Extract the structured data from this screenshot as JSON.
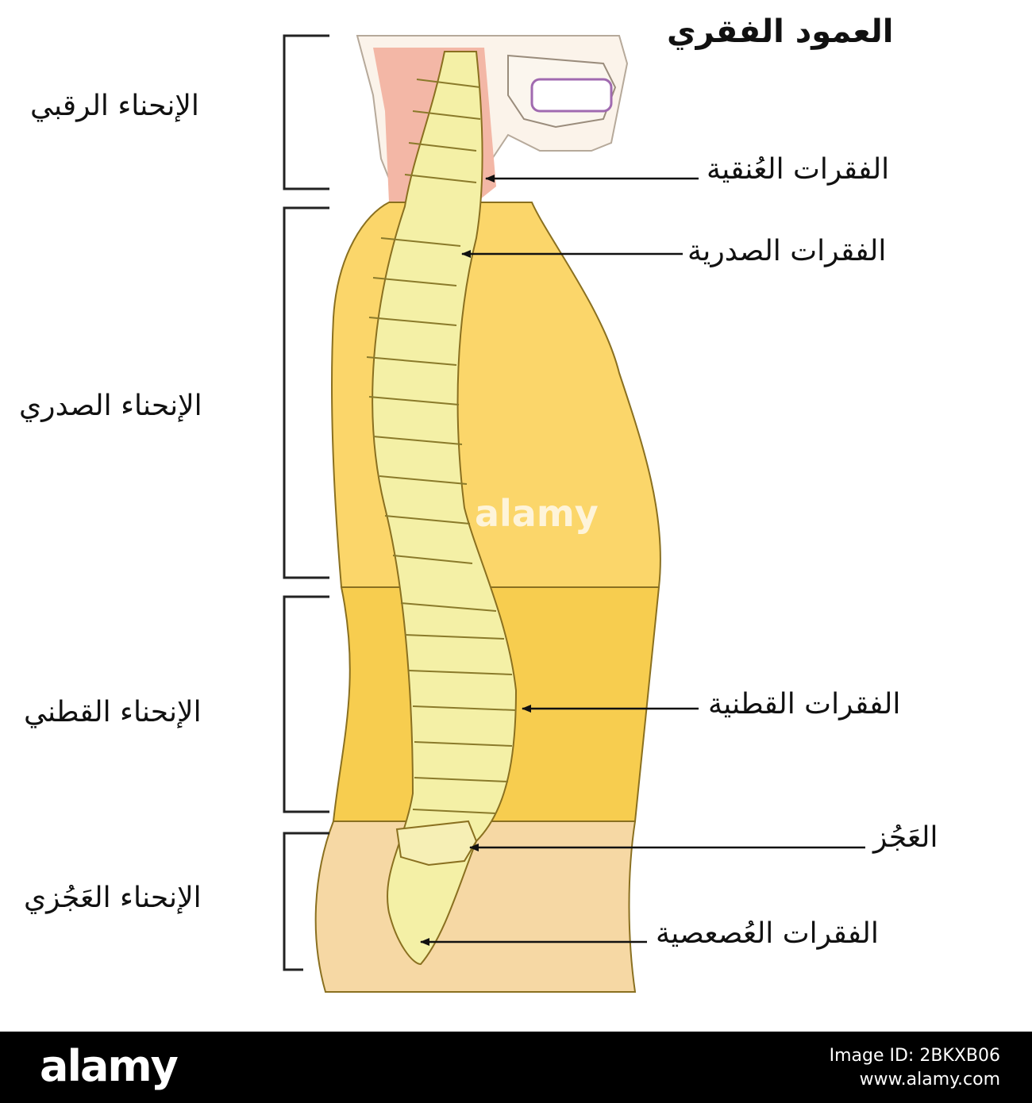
{
  "title": "العمود الفقري",
  "curvatures": [
    "الإنحناء الرقبي",
    "الإنحناء الصدري",
    "الإنحناء القطني",
    "الإنحناء العَجُزي"
  ],
  "vertebrae": [
    "الفقرات العُنقية",
    "الفقرات الصدرية",
    "الفقرات القطنية",
    "العَجُز",
    "الفقرات العُصعصية"
  ],
  "watermark": "alamy",
  "footer": {
    "brand": "alamy",
    "image_id": "Image ID: 2BKXB06",
    "site": "www.alamy.com"
  },
  "colors": {
    "neck_region": "#f5c6b6",
    "thoracic_region": "#fbd66a",
    "lumbar_region": "#f7cd4f",
    "sacral_region": "#f7d59c",
    "spine_fill": "#f4f0a6",
    "outline": "#7a6a20",
    "bracket": "#222222",
    "arrow": "#111111",
    "footer_bg": "#000000"
  }
}
